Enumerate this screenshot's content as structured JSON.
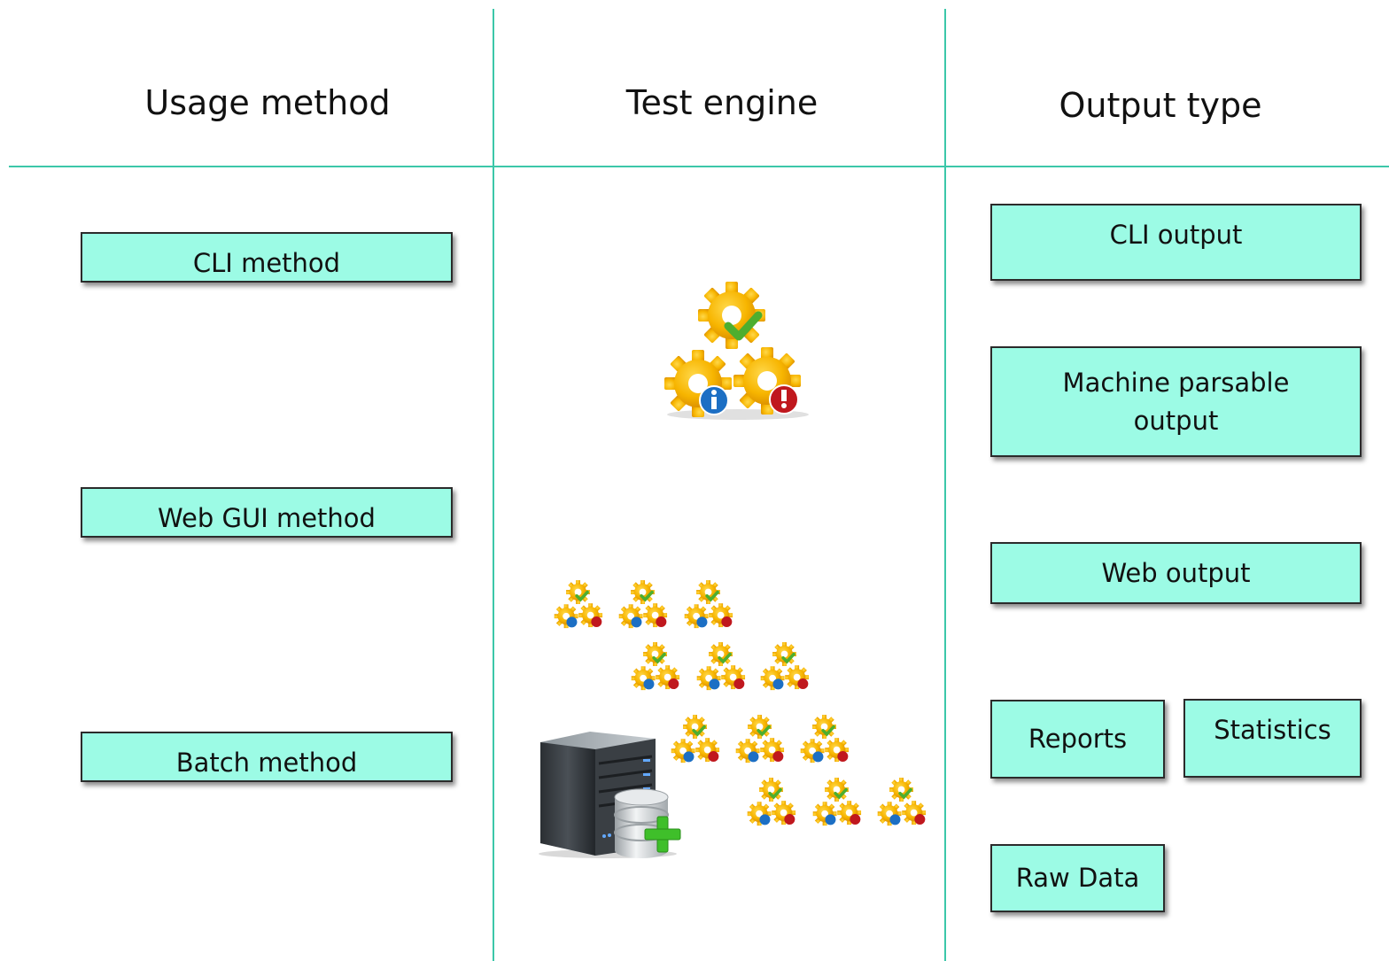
{
  "headers": {
    "usage": "Usage method",
    "engine": "Test engine",
    "output": "Output type"
  },
  "usage_methods": {
    "cli": "CLI method",
    "web": "Web GUI method",
    "batch": "Batch method"
  },
  "outputs": {
    "cli": "CLI output",
    "machine": "Machine parsable output",
    "web": "Web output",
    "reports": "Reports",
    "statistics": "Statistics",
    "raw": "Raw Data"
  },
  "icons": {
    "engine": "gears-icon",
    "engine_cluster": "gears-icon",
    "server": "server-database-add-icon"
  },
  "colors": {
    "divider": "#3cc7a9",
    "box_fill": "#9cfbe5",
    "box_border": "#2b2b2b",
    "gear": "#f5b400",
    "check": "#5cc23a",
    "info": "#1c6fc4",
    "error": "#c0181e"
  }
}
